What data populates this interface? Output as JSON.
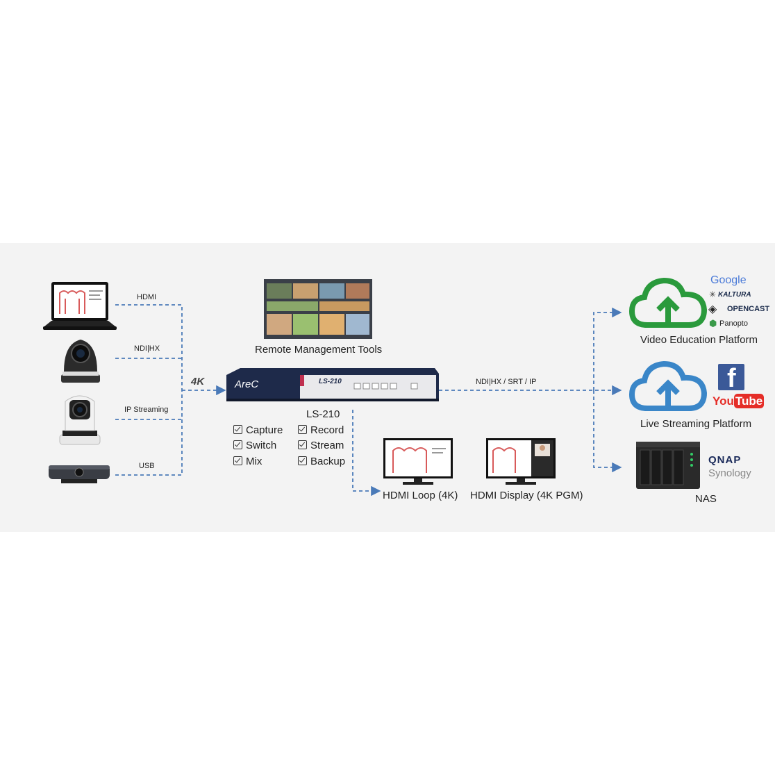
{
  "inputs": {
    "hdmi": "HDMI",
    "ndi": "NDI|HX",
    "ip": "IP Streaming",
    "usb": "USB"
  },
  "badge_4k": "4K",
  "remote_tools": "Remote Management Tools",
  "device": {
    "name": "LS-210",
    "brand": "AreC",
    "panel_model": "LS-210"
  },
  "features": [
    "Capture",
    "Record",
    "Switch",
    "Stream",
    "Mix",
    "Backup"
  ],
  "output_label": "NDI|HX / SRT / IP",
  "hdmi_loop": "HDMI Loop (4K)",
  "hdmi_display": "HDMI Display (4K PGM)",
  "platforms": {
    "education": "Video Education Platform",
    "streaming": "Live Streaming Platform",
    "nas": "NAS"
  },
  "logos": {
    "google": "Google",
    "kaltura": "KALTURA",
    "opencast": "OPENCAST",
    "panopto": "Panopto",
    "youtube_you": "You",
    "youtube_tube": "Tube",
    "facebook": "f",
    "qnap": "QNAP",
    "synology": "Synology"
  },
  "colors": {
    "wire": "#4a7ab8",
    "cloud_green": "#2a9a3c",
    "cloud_blue": "#3a86c8",
    "device_body": "#1e2a4a"
  }
}
